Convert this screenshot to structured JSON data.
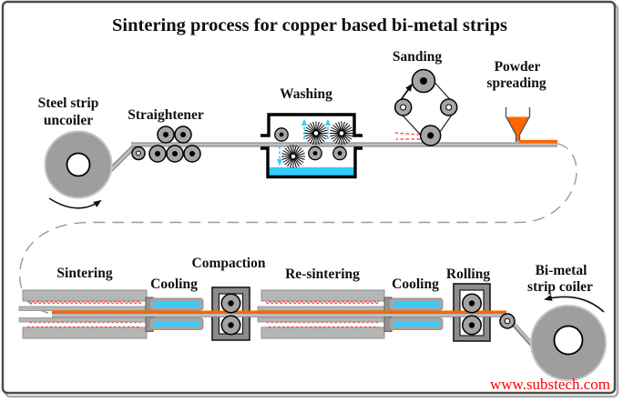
{
  "diagram": {
    "title": "Sintering process for copper based bi-metal strips",
    "watermark": "www.substech.com",
    "stages": {
      "uncoiler": {
        "label1": "Steel strip",
        "label2": "uncoiler"
      },
      "straightener": {
        "label": "Straightener"
      },
      "washing": {
        "label": "Washing"
      },
      "sanding": {
        "label": "Sanding"
      },
      "powder_spreading": {
        "label1": "Powder",
        "label2": "spreading"
      },
      "sintering": {
        "label": "Sintering"
      },
      "cooling_1": {
        "label": "Cooling"
      },
      "compaction": {
        "label": "Compaction"
      },
      "re_sintering": {
        "label": "Re-sintering"
      },
      "cooling_2": {
        "label": "Cooling"
      },
      "rolling": {
        "label": "Rolling"
      },
      "coiler": {
        "label1": "Bi-metal",
        "label2": "strip coiler"
      }
    },
    "colors": {
      "steel_strip": "#b9b9b9",
      "strip_edge": "#7d7d7d",
      "copper_powder": "#ff6600",
      "coolant": "#33ccff",
      "heater": "#ff3333",
      "roller": "#a6a6a6",
      "coil": "#9e9e9e",
      "housing": "#8c8c8c",
      "watermark": "#ff0000"
    }
  }
}
